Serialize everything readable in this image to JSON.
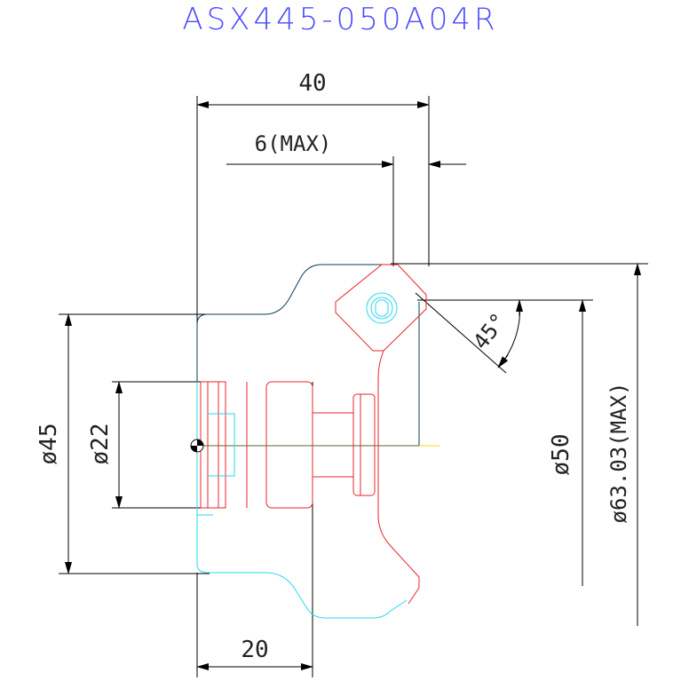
{
  "title": "ASX445-050A04R",
  "dimensions": {
    "width_40": "40",
    "max_6": "6(MAX)",
    "dia_45": "ø45",
    "dia_22": "ø22",
    "dia_50": "ø50",
    "dia_63": "ø63.03(MAX)",
    "angle_45": "45°",
    "width_20": "20"
  },
  "colors": {
    "title": "#4b4bff",
    "red": "#e8262b",
    "cyan": "#25d9ee",
    "navy": "#0d3c55",
    "centerline": "#ffd400"
  }
}
